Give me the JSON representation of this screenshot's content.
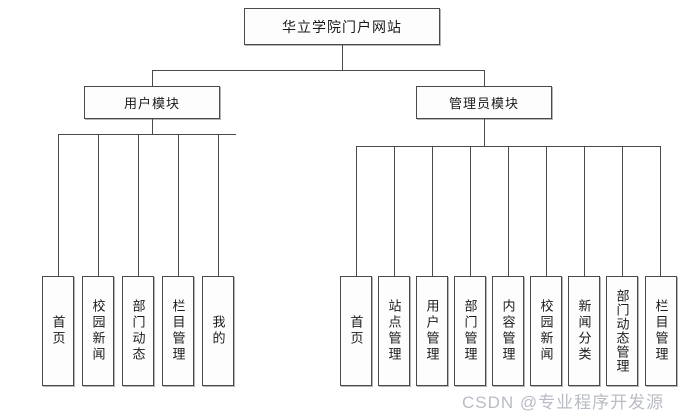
{
  "diagram": {
    "type": "tree",
    "title": "华立学院门户网站",
    "root": {
      "label": "华立学院门户网站"
    },
    "modules": [
      {
        "label": "用户模块",
        "children": [
          {
            "label": "首页"
          },
          {
            "label": "校园新闻"
          },
          {
            "label": "部门动态"
          },
          {
            "label": "栏目管理"
          },
          {
            "label": "我的"
          }
        ]
      },
      {
        "label": "管理员模块",
        "children": [
          {
            "label": "首页"
          },
          {
            "label": "站点管理"
          },
          {
            "label": "用户管理"
          },
          {
            "label": "部门管理"
          },
          {
            "label": "内容管理"
          },
          {
            "label": "校园新闻"
          },
          {
            "label": "新闻分类"
          },
          {
            "label": "部门动态管理"
          },
          {
            "label": "栏目管理"
          }
        ]
      }
    ]
  },
  "watermark": {
    "text": "CSDN @专业程序开发源"
  },
  "colors": {
    "background": "#ffffff",
    "box_fill": "#fdfdfd",
    "box_border": "#4a4a4a",
    "connector": "#4a4a4a",
    "text": "#1a1a1a",
    "watermark": "#b9bcc4"
  }
}
